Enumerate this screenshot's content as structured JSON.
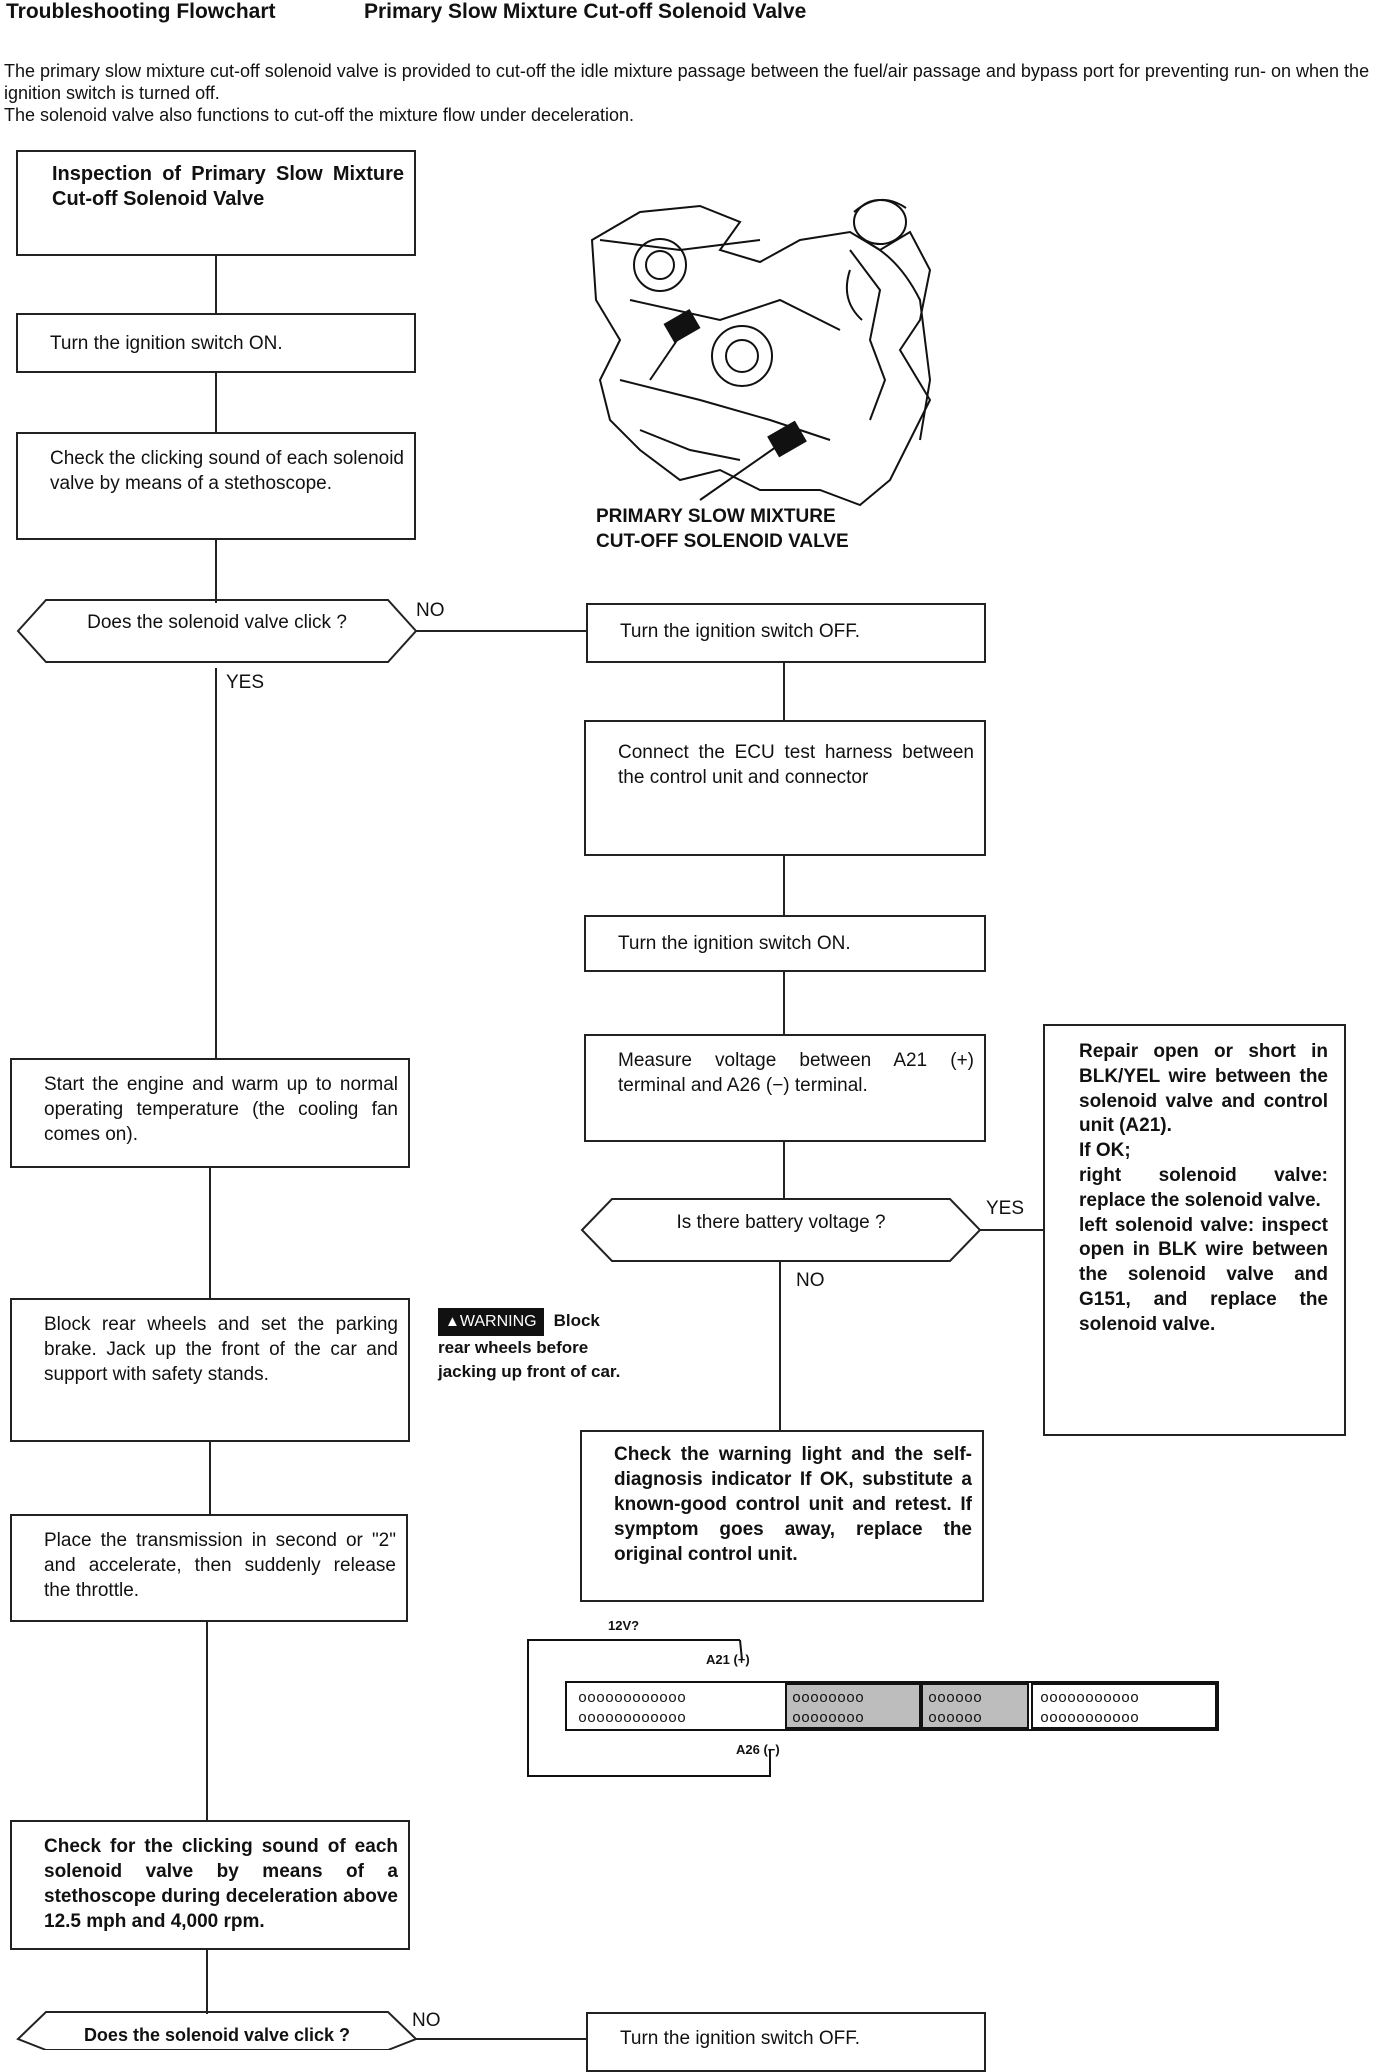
{
  "header": {
    "left": "Troubleshooting Flowchart",
    "right": "Primary Slow Mixture Cut-off Solenoid Valve"
  },
  "intro": [
    "The primary slow mixture cut-off solenoid valve is provided to cut-off the idle mixture passage between the fuel/air passage and bypass port for preventing run- on when the ignition switch is turned off.",
    "The solenoid valve also functions to cut-off the mixture flow under deceleration."
  ],
  "steps": {
    "inspection": "Inspection of Primary Slow Mixture Cut-off Solenoid Valve",
    "ign_on_1": "Turn the ignition switch ON.",
    "check_click": "Check the clicking sound of each solenoid valve by means of a stethoscope.",
    "q_click_1": "Does the solenoid valve click ?",
    "ign_off_1": "Turn the ignition switch OFF.",
    "connect_ecu": "Connect the ECU test harness between the control unit and connector",
    "ign_on_2": "Turn the ignition switch ON.",
    "measure_voltage": "Measure voltage between A21 (+) terminal and A26 (−) terminal.",
    "q_battery": "Is there battery voltage ?",
    "start_engine": "Start the engine and warm up to normal operating temperature (the cooling fan comes on).",
    "block_wheels": "Block rear wheels and set the parking brake. Jack up the front of the car and support with safety stands.",
    "check_warning": "Check the warning light and the self-diagnosis indicator If OK, substitute a known-good control unit and retest. If symptom goes away, replace the original control unit.",
    "place_trans": "Place the transmission in second or \"2\" and accelerate, then suddenly release the throttle.",
    "check_decel": "Check for the clicking sound of each solenoid valve by means of a stethoscope during deceleration above 12.5 mph and 4,000 rpm.",
    "q_click_2": "Does the solenoid valve click ?",
    "ign_off_2": "Turn the ignition switch OFF."
  },
  "repair": [
    "Repair open or short in BLK/YEL wire between the solenoid valve and control unit (A21).",
    "If OK;",
    "right solenoid valve: replace the solenoid valve.",
    "left solenoid valve: inspect open in BLK wire between the solenoid valve and G151, and replace the solenoid valve."
  ],
  "labels": {
    "no": "NO",
    "yes": "YES"
  },
  "figure_caption_1": "PRIMARY SLOW MIXTURE",
  "figure_caption_2": "CUT-OFF SOLENOID VALVE",
  "warning": {
    "badge": "WARNING",
    "text_1": "Block",
    "text_2": "rear wheels before",
    "text_3": "jacking up front of car."
  },
  "ecu": {
    "v12": "12V?",
    "a21": "A21 (+)",
    "a26": "A26 (−)"
  }
}
